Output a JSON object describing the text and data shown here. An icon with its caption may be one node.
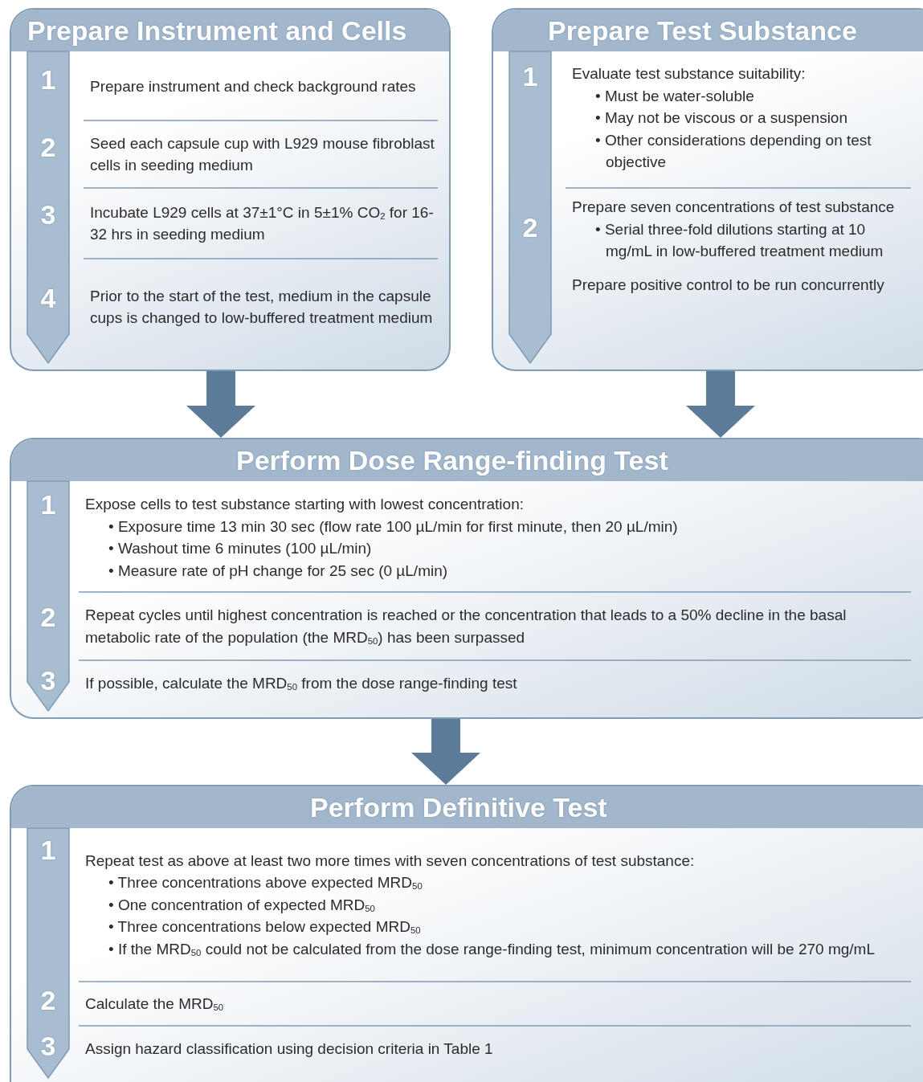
{
  "diagram": {
    "nodes": [
      {
        "text": [
          "Prepare Instrument and Cells"
        ]
      },
      {
        "text": [
          "1",
          "Prepare instrument and check background rates"
        ],
        "in": 0
      },
      {
        "text": [
          "2",
          "Seed each capsule cup with L929 mouse fibroblast cells in seeding medium"
        ],
        "in": 0
      },
      {
        "text": [
          "3",
          "Incubate L929 cells at 37±1°C in 5±1% CO$_{2}$ for 16-32 hrs in seeding medium"
        ],
        "in": 0
      },
      {
        "text": [
          "4",
          "Prior to the start of the test, medium in the capsule cups is changed to low-buffered treatment medium"
        ],
        "in": 0
      },
      {
        "text": [
          "Prepare Test Substance"
        ]
      },
      {
        "text": [
          "1",
          "Evaluate test substance suitability:",
          "• Must be water-soluble",
          "• May not be viscous or a suspension",
          "• Other considerations depending on test objective"
        ],
        "in": 5
      },
      {
        "text": [
          "2",
          "Prepare seven concentrations of test substance",
          "• Serial three-fold dilutions starting at 10 mg/mL in low-buffered treatment medium",
          "Prepare positive control to be run concurrently"
        ],
        "in": 5
      },
      {
        "text": [
          "Perform Dose Range-finding Test"
        ]
      },
      {
        "text": [
          "1",
          "Expose cells to test substance starting with lowest concentration:",
          "• Exposure time 13 min 30 sec (flow rate 100 µL/min for first minute, then 20 µL/min)",
          "• Washout time 6 minutes (100 µL/min)",
          "• Measure rate of pH change for 25 sec (0 µL/min)"
        ],
        "in": 8
      },
      {
        "text": [
          "2",
          "Repeat cycles until highest concentration is reached or the concentration that leads to a 50% decline in the basal metabolic rate of the population (the MRD$_{50}$) has been surpassed"
        ],
        "in": 8
      },
      {
        "text": [
          "3",
          "If possible, calculate the MRD$_{50}$ from the dose range-finding test"
        ],
        "in": 8
      },
      {
        "text": [
          "Perform Definitive Test"
        ]
      },
      {
        "text": [
          "1",
          "Repeat test as above at least two more times with seven concentrations of test substance:",
          "• Three concentrations above expected MRD$_{50}$",
          "• One concentration of expected MRD$_{50}$",
          "• Three concentrations below expected MRD$_{50}$",
          "• If the MRD$_{50}$ could not be calculated from the dose range-finding test, minimum concentration will be 270 mg/mL"
        ],
        "in": 12
      },
      {
        "text": [
          "2",
          "Calculate the MRD$_{50}$"
        ],
        "in": 12
      },
      {
        "text": [
          "3",
          "Assign hazard classification using decision criteria in Table 1"
        ],
        "in": 12
      }
    ],
    "edges": [
      {
        "from": 0,
        "to": 8,
        "arrow": "to"
      },
      {
        "from": 5,
        "to": 8,
        "arrow": "to"
      },
      {
        "from": 8,
        "to": 12,
        "arrow": "to"
      }
    ]
  }
}
